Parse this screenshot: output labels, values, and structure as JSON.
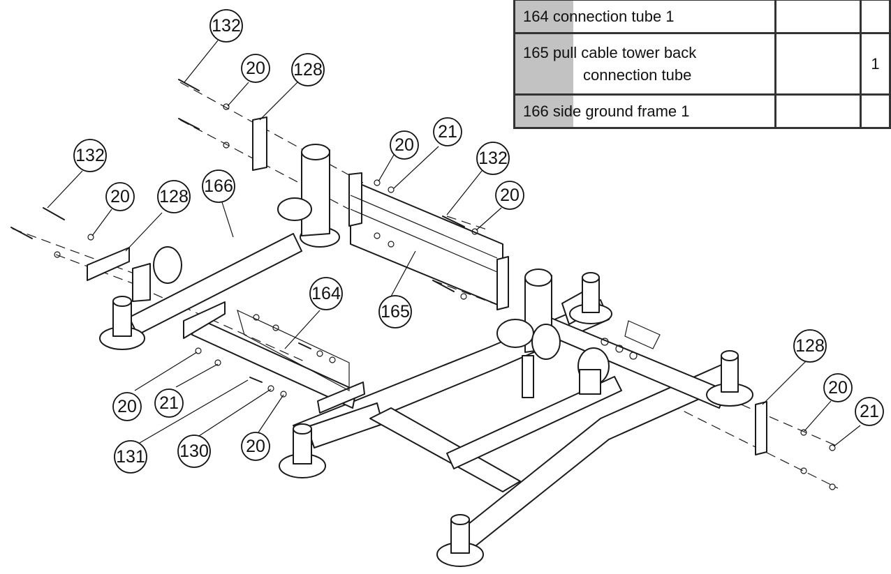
{
  "parts_table": {
    "rows": [
      {
        "id": "164",
        "name": "connection tube 1",
        "col2": "",
        "col3": ""
      },
      {
        "id": "165",
        "name_line1": "pull cable tower back",
        "name_line2": "connection tube",
        "col2": "",
        "col3": "1"
      },
      {
        "id": "166",
        "name": "side ground frame 1",
        "col2": "",
        "col3": ""
      }
    ]
  },
  "callouts": {
    "c132a": "132",
    "c20a": "20",
    "c128a": "128",
    "c132b": "132",
    "c20b": "20",
    "c128b": "128",
    "c166": "166",
    "c20c": "20",
    "c21a": "21",
    "c132c": "132",
    "c20d": "20",
    "c164": "164",
    "c165": "165",
    "c20e": "20",
    "c21b": "21",
    "c131": "131",
    "c130": "130",
    "c20f": "20",
    "c128c": "128",
    "c20g": "20",
    "c21c": "21"
  }
}
